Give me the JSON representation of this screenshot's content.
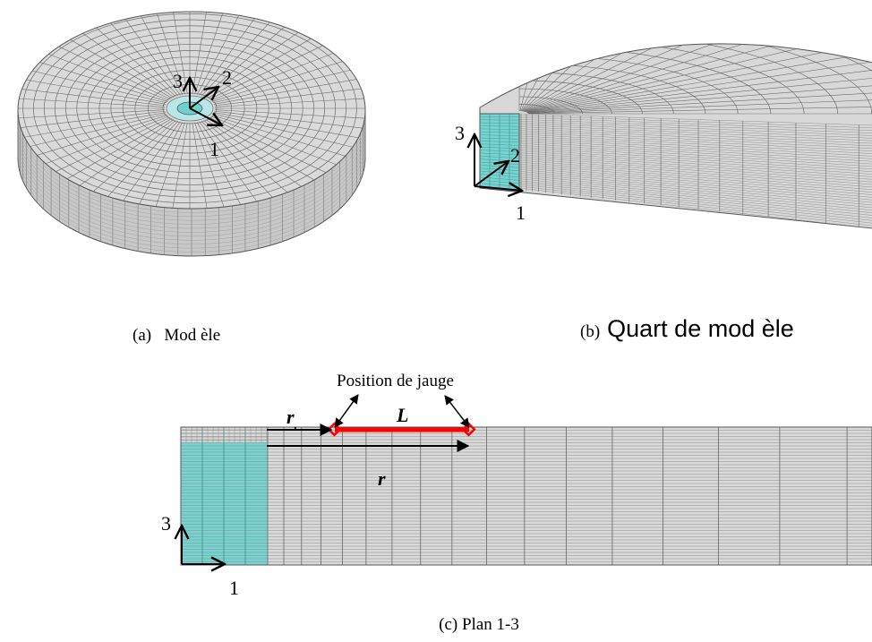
{
  "panels": {
    "a": {
      "caption": "(a)   Mod èle",
      "axes": {
        "ax1": "1",
        "ax2": "2",
        "ax3": "3"
      }
    },
    "b": {
      "caption_prefix": "(b)",
      "caption_text": "Quart de mod èle",
      "axes": {
        "ax1": "1",
        "ax2": "2",
        "ax3": "3"
      }
    },
    "c": {
      "caption": "(c) Plan 1-3",
      "gauge_label": "Position de jauge",
      "L_label": "L",
      "r0_label": "r",
      "r0_subscript": ".",
      "r_label": "r",
      "axes": {
        "ax1": "1",
        "ax3": "3"
      }
    }
  },
  "colors": {
    "mesh_face": "#d6d6d6",
    "mesh_line": "#6e6e6e",
    "insert": "#77d3d0",
    "gauge": "#ff0000"
  }
}
